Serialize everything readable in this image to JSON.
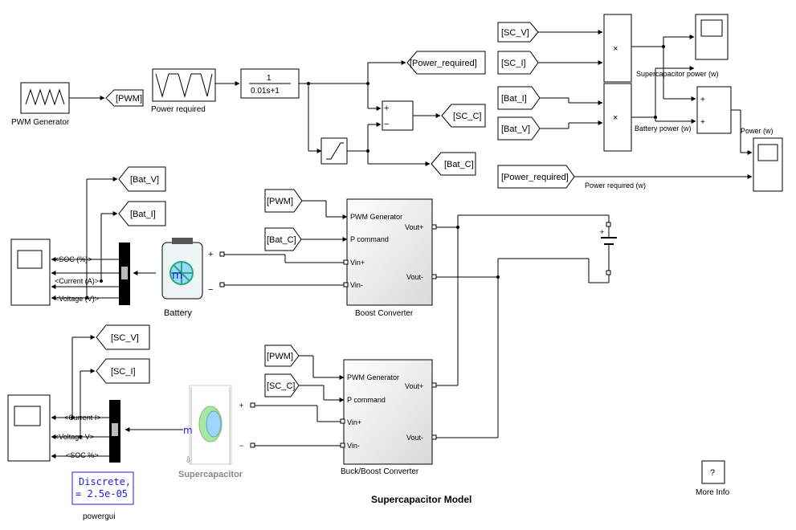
{
  "title": "Supercapacitor Model",
  "blocks": {
    "pwm_generator": "PWM Generator",
    "power_required_src": "Power required",
    "tf_num": "1",
    "tf_den": "0.01s+1",
    "battery": "Battery",
    "supercapacitor": "Supercapacitor",
    "boost_converter": "Boost Converter",
    "buckboost_converter": "Buck/Boost Converter",
    "powergui": "powergui",
    "powergui_line1": "Discrete,",
    "powergui_line2": "= 2.5e-05",
    "more_info": "More Info",
    "more_info_symbol": "?",
    "sc_power_scope": "Supercapacitor power (w)",
    "bat_power_scope": "Battery power (w)",
    "power_scope": "Power (w)",
    "power_req_scope": "Power required (w)",
    "mult_symbol": "×",
    "m_port": "m"
  },
  "tags": {
    "pwm": "[PWM]",
    "power_required": "[Power_required]",
    "sc_c": "[SC_C]",
    "bat_c": "[Bat_C]",
    "sc_v": "[SC_V]",
    "sc_i": "[SC_I]",
    "bat_i": "[Bat_I]",
    "bat_v": "[Bat_V]"
  },
  "ports": {
    "pwm_generator": "PWM Generator",
    "p_command": "P command",
    "vin_plus": "Vin+",
    "vin_minus": "Vin-",
    "vout_plus": "Vout+",
    "vout_minus": "Vout-",
    "plus": "+",
    "minus": "−",
    "sum_plus": "+",
    "sum_minus": "−"
  },
  "bus_battery": {
    "soc": "<SOC (%)>",
    "current": "<Current (A)>",
    "voltage": "<Voltage (V)>"
  },
  "bus_sc": {
    "current": "<Current I>",
    "voltage": "<Voltage V>",
    "soc": "<SOC %>"
  }
}
